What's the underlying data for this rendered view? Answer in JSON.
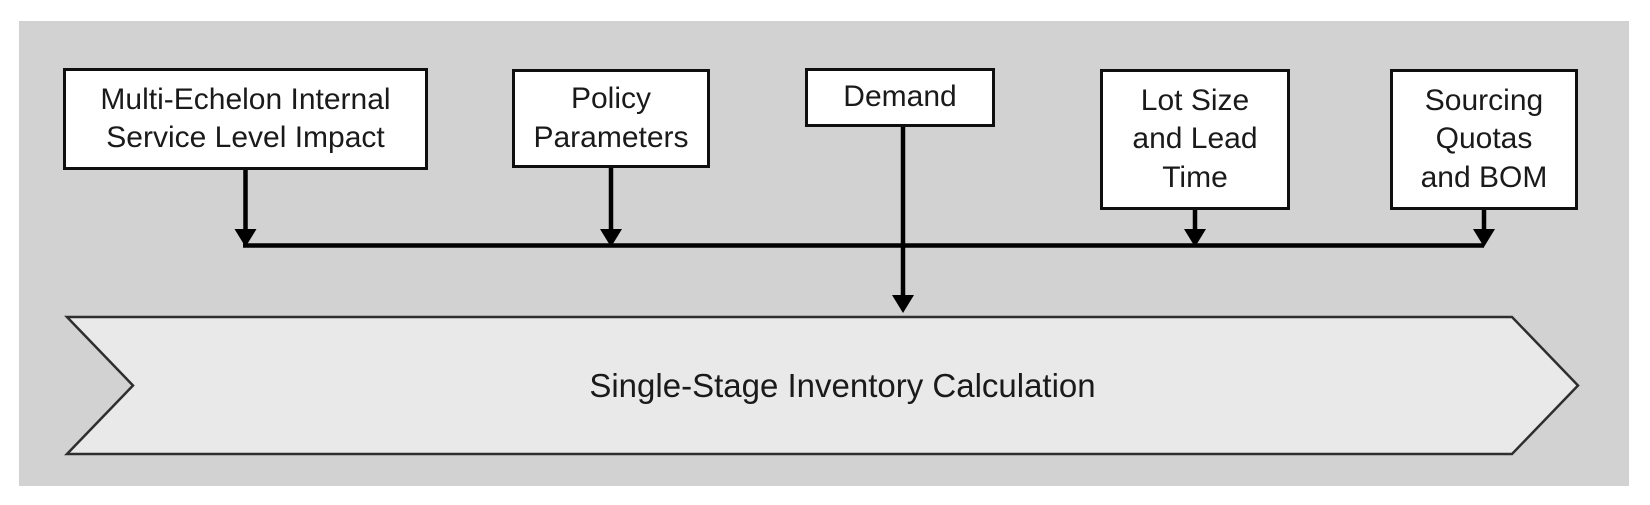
{
  "diagram": {
    "source_boxes": [
      {
        "label": "Multi-Echelon Internal\nService Level Impact"
      },
      {
        "label": "Policy\nParameters"
      },
      {
        "label": "Demand"
      },
      {
        "label": "Lot Size\nand Lead\nTime"
      },
      {
        "label": "Sourcing\nQuotas\nand BOM"
      }
    ],
    "target_banner": {
      "label": "Single-Stage Inventory Calculation"
    },
    "colors": {
      "panel_bg": "#d2d2d2",
      "box_bg": "#ffffff",
      "box_border": "#0f0f0f",
      "banner_bg": "#e9e9e9",
      "banner_border": "#2e2e2e",
      "connector": "#000000",
      "text": "#1a1a1a",
      "page_bg": "#ffffff"
    }
  }
}
